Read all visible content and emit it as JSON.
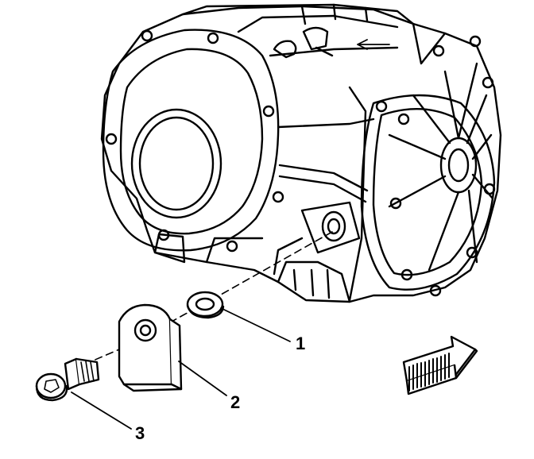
{
  "diagram": {
    "callouts": [
      {
        "id": "1",
        "label": "1"
      },
      {
        "id": "2",
        "label": "2"
      },
      {
        "id": "3",
        "label": "3"
      }
    ],
    "parts": {
      "housing": "transfer-case-housing",
      "washer": "washer",
      "bracket": "bracket",
      "bolt": "bolt"
    },
    "indicator": "front-direction-arrow",
    "colors": {
      "line": "#000000",
      "background": "#ffffff"
    }
  }
}
